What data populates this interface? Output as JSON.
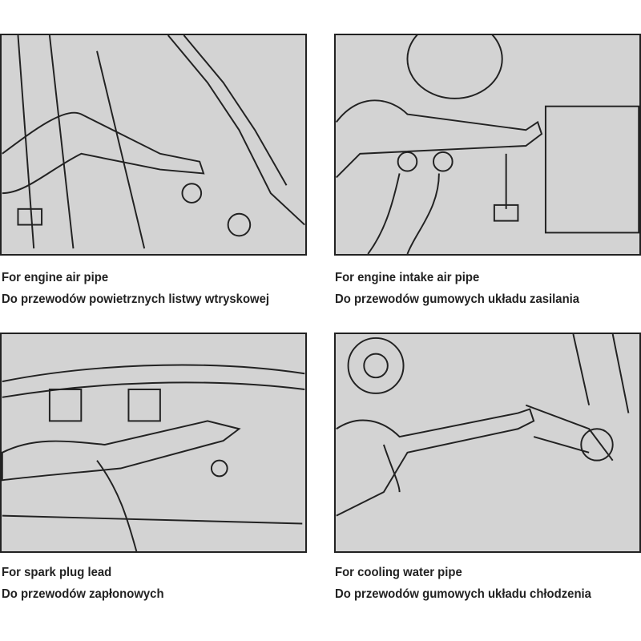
{
  "panels": [
    {
      "caption_en": "For engine air pipe",
      "caption_pl": "Do przewodów powietrznych listwy wtryskowej"
    },
    {
      "caption_en": "For engine intake air pipe",
      "caption_pl": "Do przewodów gumowych układu zasilania"
    },
    {
      "caption_en": "For spark plug lead",
      "caption_pl": "Do przewodów zapłonowych"
    },
    {
      "caption_en": "For cooling water pipe",
      "caption_pl": "Do przewodów gumowych układu chłodzenia"
    }
  ]
}
